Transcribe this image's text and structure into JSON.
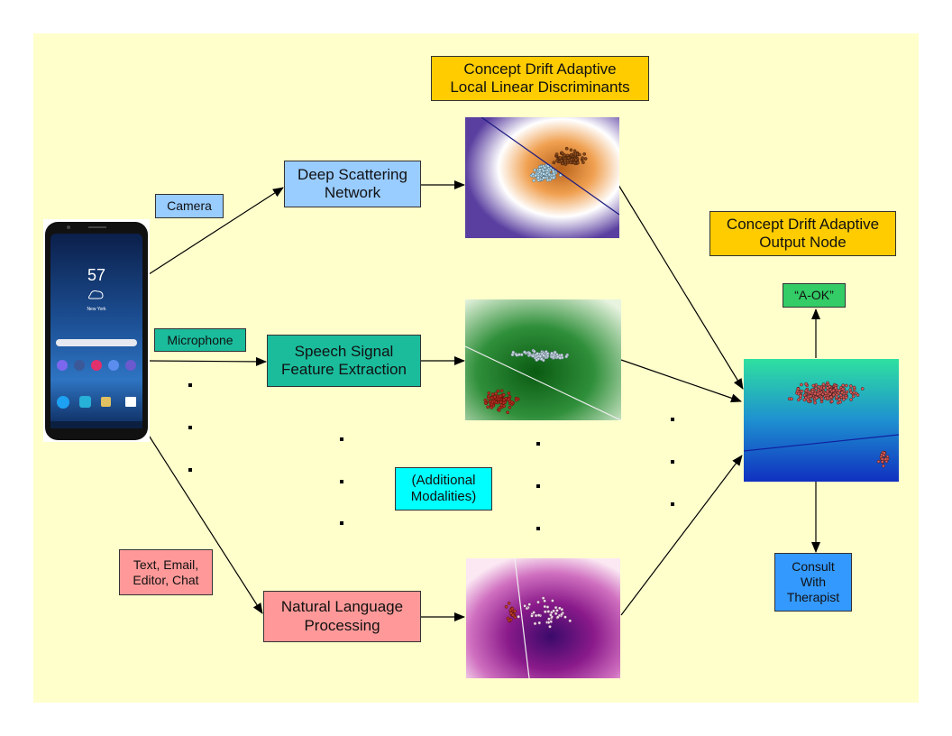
{
  "colors": {
    "background": "#ffffcc",
    "input_blue": "#99ccff",
    "input_teal": "#1abc9c",
    "input_red": "#ff9999",
    "cyan": "#00ffff",
    "title_orange": "#ffcc00",
    "output_green": "#33cc66",
    "output_blue": "#3399ff"
  },
  "inputs": {
    "camera": "Camera",
    "microphone": "Microphone",
    "text": "Text, Email,\nEditor, Chat"
  },
  "processors": {
    "scattering": "Deep Scattering\nNetwork",
    "speech": "Speech Signal\nFeature Extraction",
    "nlp": "Natural Language\nProcessing"
  },
  "titles": {
    "discriminants": "Concept Drift Adaptive\nLocal Linear Discriminants",
    "output_node": "Concept Drift Adaptive\nOutput Node"
  },
  "additional": "(Additional\nModalities)",
  "outputs": {
    "ok": "“A-OK”",
    "therapist": "Consult\nWith\nTherapist"
  },
  "phone": {
    "time": "57",
    "location": "New York"
  },
  "icons": [
    "smartphone-icon",
    "arrow-icon"
  ]
}
